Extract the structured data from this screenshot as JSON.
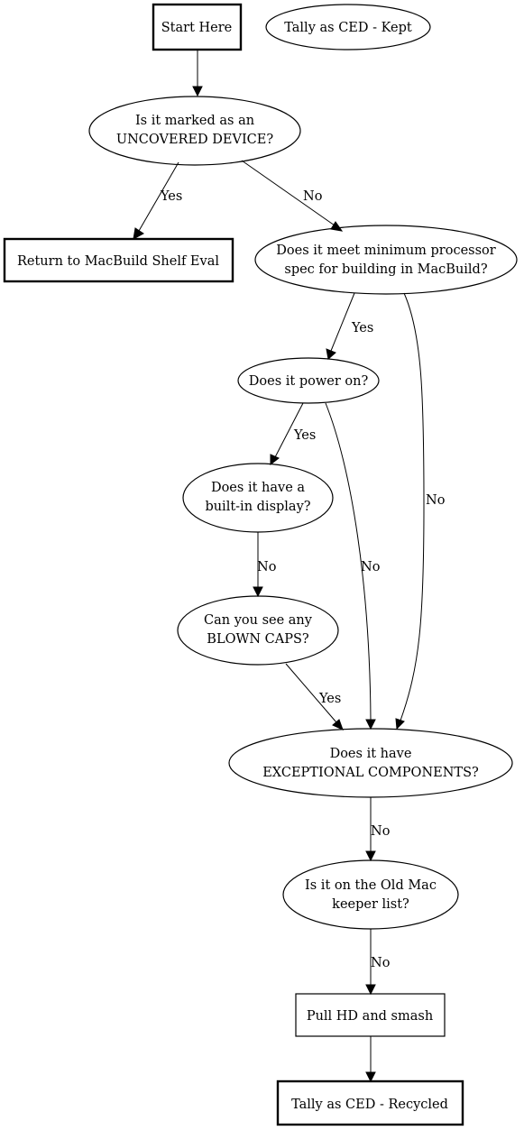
{
  "nodes": {
    "start": {
      "label": "Start Here"
    },
    "tally_kept": {
      "label": "Tally as CED - Kept"
    },
    "uncovered": {
      "line1": "Is it marked as an",
      "line2": "UNCOVERED DEVICE?"
    },
    "return_shelf": {
      "label": "Return to MacBuild Shelf Eval"
    },
    "min_spec": {
      "line1": "Does it meet minimum processor",
      "line2": "spec for building in MacBuild?"
    },
    "power_on": {
      "label": "Does it power on?"
    },
    "display": {
      "line1": "Does it have a",
      "line2": "built-in display?"
    },
    "blown_caps": {
      "line1": "Can you see any",
      "line2": "BLOWN CAPS?"
    },
    "exceptional": {
      "line1": "Does it have",
      "line2": "EXCEPTIONAL COMPONENTS?"
    },
    "keeper_list": {
      "line1": "Is it on the Old Mac",
      "line2": "keeper list?"
    },
    "smash": {
      "label": "Pull HD and smash"
    },
    "tally_recycled": {
      "label": "Tally as CED - Recycled"
    }
  },
  "edges": {
    "uncovered_yes": "Yes",
    "uncovered_no": "No",
    "spec_yes": "Yes",
    "spec_no": "No",
    "power_yes": "Yes",
    "power_no": "No",
    "display_no": "No",
    "caps_yes": "Yes",
    "exceptional_no": "No",
    "keeper_no": "No"
  }
}
